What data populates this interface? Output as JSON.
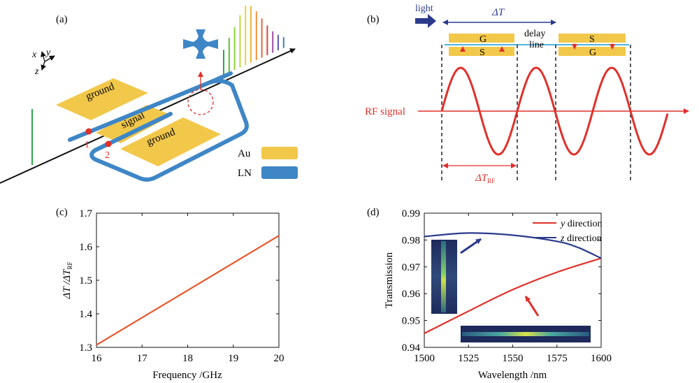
{
  "panels": {
    "a": {
      "label": "(a)",
      "axes": {
        "x": "x",
        "y": "y",
        "z": "z"
      },
      "electrodes": {
        "ground_top": "ground",
        "signal": "signal",
        "ground_bottom": "ground"
      },
      "points": [
        "1",
        "2"
      ],
      "legend": [
        {
          "label": "Au",
          "color": "#F2C84B"
        },
        {
          "label": "LN",
          "color": "#3F86C6"
        }
      ],
      "spectrum_colors": [
        "#2BA84A",
        "#5CBF3A",
        "#8CD13C",
        "#BFD93A",
        "#E8D13A",
        "#F3B63A",
        "#F28F3A",
        "#E8643A",
        "#E0443A",
        "#9C4FA0",
        "#5B5DB0",
        "#3F7CC0"
      ],
      "spectrum_heights": [
        0.42,
        0.58,
        0.72,
        0.88,
        1.0,
        0.95,
        0.82,
        0.66,
        0.5,
        0.36,
        0.26,
        0.18
      ]
    },
    "b": {
      "label": "(b)",
      "light": "light",
      "delta_t": "ΔT",
      "delay_line": [
        "delay",
        "line"
      ],
      "rf_signal": "RF signal",
      "delta_t_rf": "ΔT",
      "delta_t_rf_sub": "RF",
      "electrode_left": {
        "top": "G",
        "bottom": "S"
      },
      "electrode_right": {
        "top": "S",
        "bottom": "G"
      }
    }
  },
  "colors": {
    "gold": "#F2C84B",
    "ln_blue": "#3F86C6",
    "red": "#E0302A",
    "navy": "#2B3A8C"
  },
  "chart_data": [
    {
      "type": "line",
      "panel_label": "(c)",
      "xlabel": "Frequency /GHz",
      "ylabel": "ΔT /ΔT",
      "ylabel_sub": "RF",
      "xlim": [
        16,
        20
      ],
      "ylim": [
        1.3,
        1.7
      ],
      "xticks": [
        16,
        17,
        18,
        19,
        20
      ],
      "yticks": [
        1.3,
        1.4,
        1.5,
        1.6,
        1.7
      ],
      "series": [
        {
          "color": "#E8562A",
          "x": [
            16,
            20
          ],
          "y": [
            1.307,
            1.633
          ]
        }
      ]
    },
    {
      "type": "line",
      "panel_label": "(d)",
      "xlabel": "Wavelength /nm",
      "ylabel": "Transmission",
      "xlim": [
        1500,
        1600
      ],
      "ylim": [
        0.94,
        0.99
      ],
      "xticks": [
        1500,
        1525,
        1550,
        1575,
        1600
      ],
      "yticks": [
        0.94,
        0.95,
        0.96,
        0.97,
        0.98,
        0.99
      ],
      "legend_position": "top-right",
      "series": [
        {
          "name": "y direction",
          "name_italic": "y",
          "name_rest": " direction",
          "color": "#E0302A",
          "x": [
            1500,
            1525,
            1550,
            1575,
            1600
          ],
          "y": [
            0.9452,
            0.9535,
            0.9615,
            0.968,
            0.9732
          ]
        },
        {
          "name": "z direction",
          "name_italic": "z",
          "name_rest": " direction",
          "color": "#2B3A8C",
          "x": [
            1500,
            1525,
            1550,
            1575,
            1587,
            1600
          ],
          "y": [
            0.9813,
            0.9826,
            0.9818,
            0.9795,
            0.9772,
            0.9732
          ]
        }
      ]
    }
  ]
}
